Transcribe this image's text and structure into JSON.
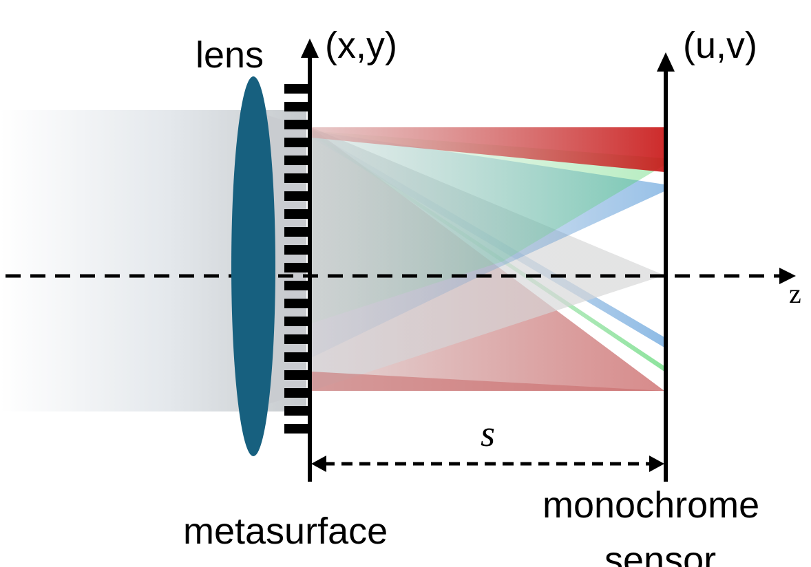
{
  "labels": {
    "lens": "lens",
    "metasurface_plane": "(x,y)",
    "sensor_plane": "(u,v)",
    "z_axis": "z",
    "distance": "s",
    "metasurface": "metasurface",
    "sensor_line1": "monochrome",
    "sensor_line2": "sensor"
  },
  "colors": {
    "lens": "#17607f",
    "axis": "#000000",
    "red_beam": "#cc1f1f",
    "green_beam": "#3fcf5a",
    "blue_beam": "#3a85cc",
    "gray_beam": "#c8c8c8",
    "incoming_light": "#d0d4d8"
  }
}
